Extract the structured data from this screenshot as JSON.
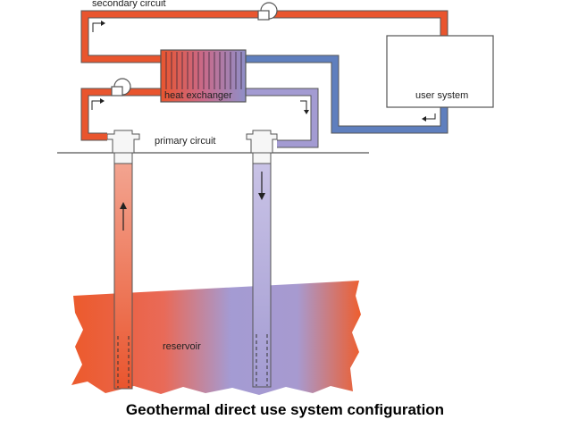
{
  "labels": {
    "secondary_circuit": "secondary circuit",
    "heat_exchanger": "heat exchanger",
    "primary_circuit": "primary circuit",
    "user_system": "user system",
    "reservoir": "reservoir"
  },
  "caption": "Geothermal direct use system configuration",
  "colors": {
    "hot": "#e9552e",
    "cold": "#a39bd2",
    "secondary_cold": "#5f7fbe",
    "outline": "#555555"
  }
}
